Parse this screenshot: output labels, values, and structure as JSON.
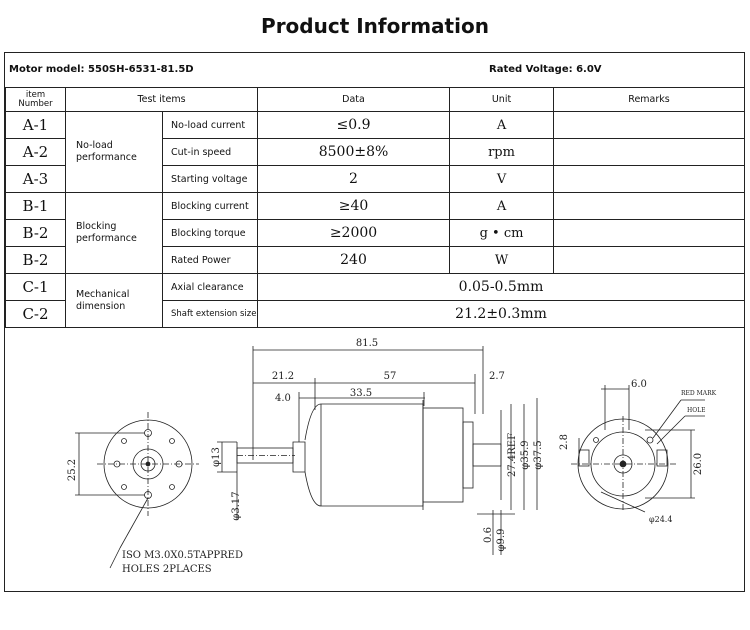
{
  "title": "Product Information",
  "header": {
    "motor_model": "Motor model: 550SH-6531-81.5D",
    "rated_voltage": "Rated Voltage: 6.0V"
  },
  "table": {
    "columns": {
      "item_number": "item\nNumber",
      "test_items": "Test items",
      "data": "Data",
      "unit": "Unit",
      "remarks": "Remarks"
    },
    "groups": {
      "noload": "No-load\nperformance",
      "blocking": "Blocking\nperformance",
      "mechanical": "Mechanical\ndimension"
    },
    "rows": [
      {
        "id": "A-1",
        "item": "No-load current",
        "data": "≤0.9",
        "unit": "A",
        "remarks": ""
      },
      {
        "id": "A-2",
        "item": "Cut-in speed",
        "data": "8500±8%",
        "unit": "rpm",
        "remarks": ""
      },
      {
        "id": "A-3",
        "item": "Starting voltage",
        "data": "2",
        "unit": "V",
        "remarks": ""
      },
      {
        "id": "B-1",
        "item": "Blocking current",
        "data": "≥40",
        "unit": "A",
        "remarks": ""
      },
      {
        "id": "B-2",
        "item": "Blocking torque",
        "data": "≥2000",
        "unit": "g • cm",
        "remarks": ""
      },
      {
        "id": "B-2",
        "item": "Rated Power",
        "data": "240",
        "unit": "W",
        "remarks": ""
      },
      {
        "id": "C-1",
        "item": "Axial clearance",
        "data": "0.05-0.5mm",
        "unit": "",
        "remarks": ""
      },
      {
        "id": "C-2",
        "item": "Shaft extension size",
        "data": "21.2±0.3mm",
        "unit": "",
        "remarks": ""
      }
    ]
  },
  "drawing": {
    "dims": {
      "overall": "81.5",
      "shaft_len": "21.2",
      "body_len": "57",
      "rear": "2.7",
      "step": "4.0",
      "can": "33.5",
      "shaft_dia": "φ3.17",
      "boss_dia": "φ13",
      "d_27": "27.4REF",
      "d_35": "φ35.9",
      "d_37": "φ37.5",
      "d_06": "0.6",
      "d_99": "φ9.9",
      "front_h": "25.2",
      "rear_w": "6.0",
      "rear_h": "26.0",
      "rear_28": "2.8",
      "rear_circle": "φ24.4"
    },
    "note_line1": "ISO M3.0X0.5TAPPRED",
    "note_line2": "HOLES 2PLACES",
    "red_mark": "RED MARK",
    "hole": "HOLE"
  }
}
